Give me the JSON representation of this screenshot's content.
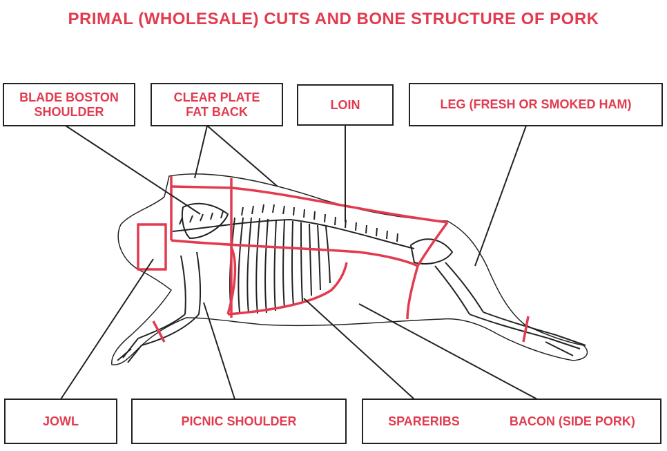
{
  "title": "PRIMAL (WHOLESALE) CUTS AND BONE STRUCTURE OF PORK",
  "labels": {
    "blade_boston_line1": "BLADE BOSTON",
    "blade_boston_line2": "SHOULDER",
    "clear_plate_line1": "CLEAR PLATE",
    "clear_plate_line2": "FAT BACK",
    "loin": "LOIN",
    "leg": "LEG (FRESH OR SMOKED HAM)",
    "jowl": "JOWL",
    "picnic_shoulder": "PICNIC SHOULDER",
    "spareribs": "SPARERIBS",
    "bacon": "BACON (SIDE PORK)"
  },
  "colors": {
    "accent": "#e23b4f",
    "outline": "#222222",
    "cut_lines": "#e23b4f"
  }
}
